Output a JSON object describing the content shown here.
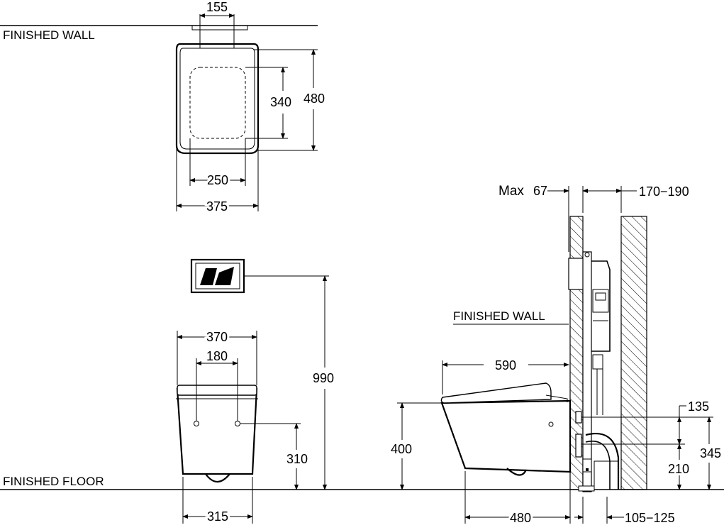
{
  "labels": {
    "finished_wall_top": "FINISHED WALL",
    "finished_wall_side": "FINISHED WALL",
    "finished_floor": "FINISHED FLOOR",
    "max_label": "Max"
  },
  "dimensions": {
    "top_view": {
      "d155": "155",
      "d340": "340",
      "d480": "480",
      "d250": "250",
      "d375": "375"
    },
    "front_view": {
      "d370": "370",
      "d180": "180",
      "d990": "990",
      "d310": "310",
      "d315": "315"
    },
    "side_view": {
      "d67": "67",
      "d170_190": "170−190",
      "d590": "590",
      "d400": "400",
      "d135": "135",
      "d345": "345",
      "d210": "210",
      "d480": "480",
      "d105_125": "105−125"
    }
  }
}
